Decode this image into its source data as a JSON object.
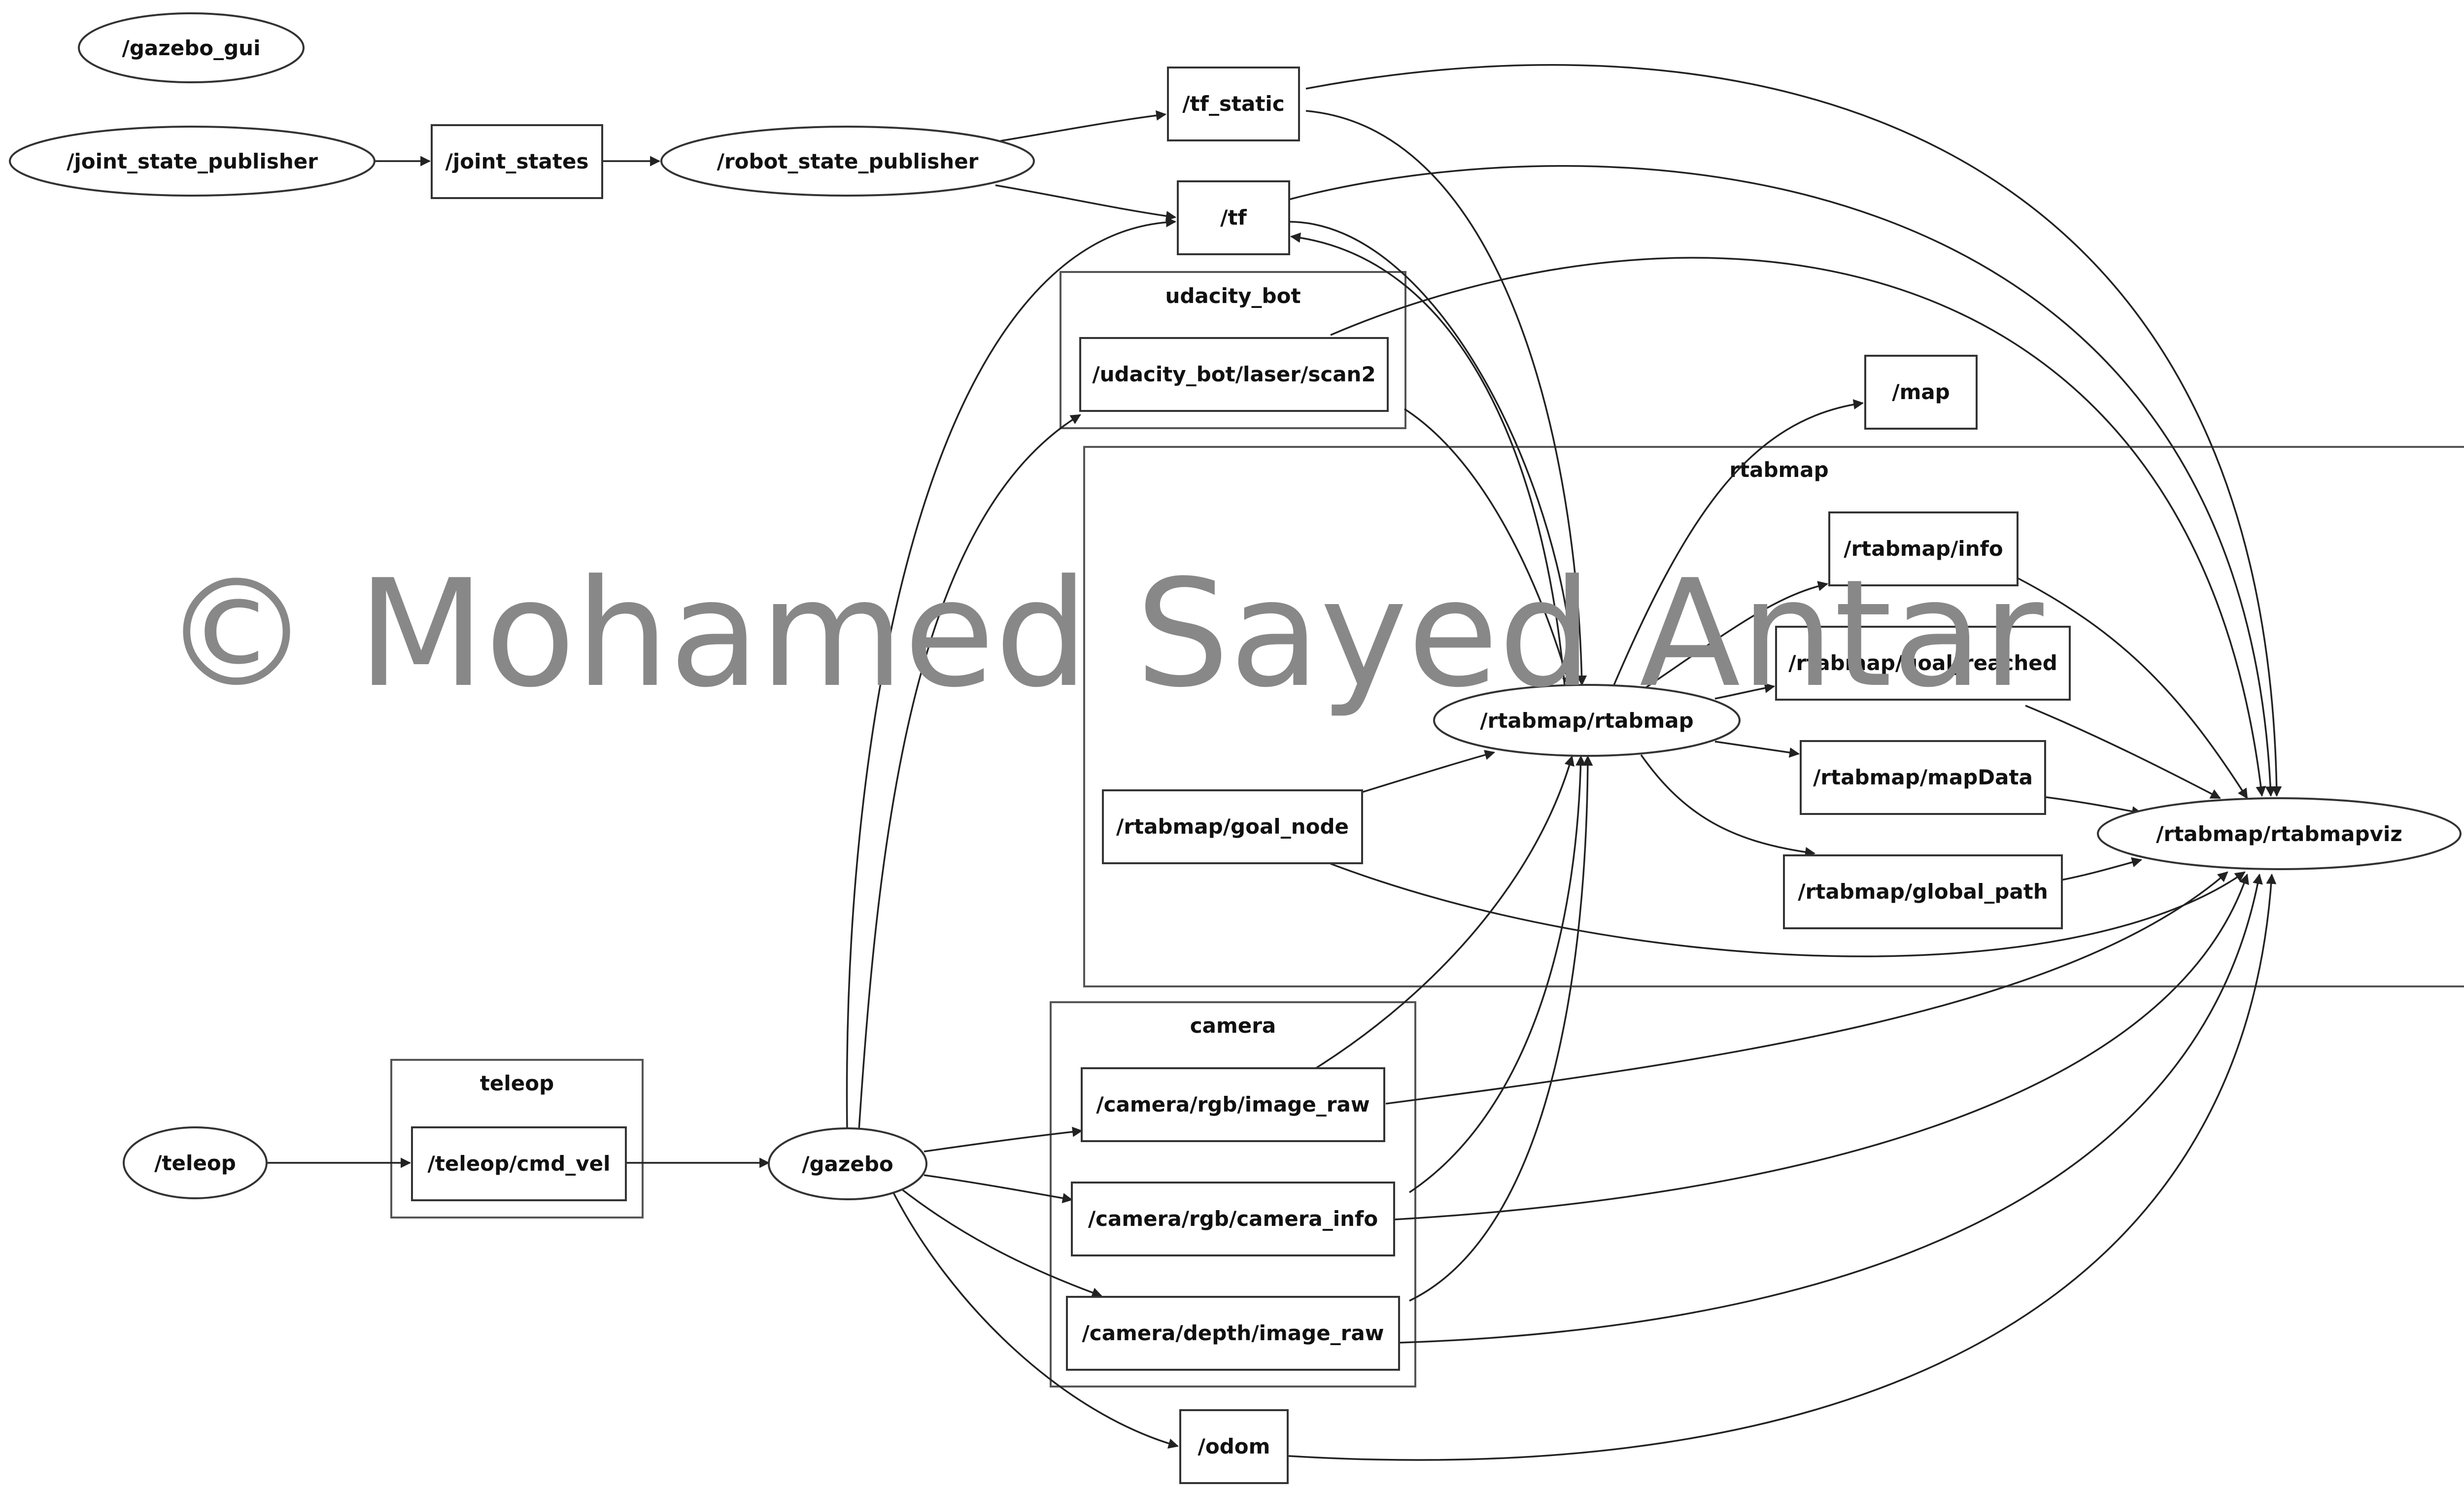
{
  "diagram": {
    "clusters": {
      "udacity_bot": "udacity_bot",
      "rtabmap": "rtabmap",
      "camera": "camera",
      "teleop": "teleop"
    },
    "nodes": {
      "gazebo_gui": "/gazebo_gui",
      "joint_state_publisher": "/joint_state_publisher",
      "joint_states": "/joint_states",
      "robot_state_publisher": "/robot_state_publisher",
      "tf_static": "/tf_static",
      "tf": "/tf",
      "laser_scan2": "/udacity_bot/laser/scan2",
      "map": "/map",
      "rtabmap_info": "/rtabmap/info",
      "rtabmap_goal_reached": "/rtabmap/goal_reached",
      "rtabmap_rtabmap": "/rtabmap/rtabmap",
      "rtabmap_mapdata": "/rtabmap/mapData",
      "rtabmap_goal_node": "/rtabmap/goal_node",
      "rtabmap_global_path": "/rtabmap/global_path",
      "rtabmap_rtabmapviz": "/rtabmap/rtabmapviz",
      "teleop": "/teleop",
      "teleop_cmd_vel": "/teleop/cmd_vel",
      "gazebo": "/gazebo",
      "camera_rgb_image_raw": "/camera/rgb/image_raw",
      "camera_rgb_camera_info": "/camera/rgb/camera_info",
      "camera_depth_image_raw": "/camera/depth/image_raw",
      "odom": "/odom"
    }
  },
  "watermark": "© Mohamed Sayed Antar"
}
